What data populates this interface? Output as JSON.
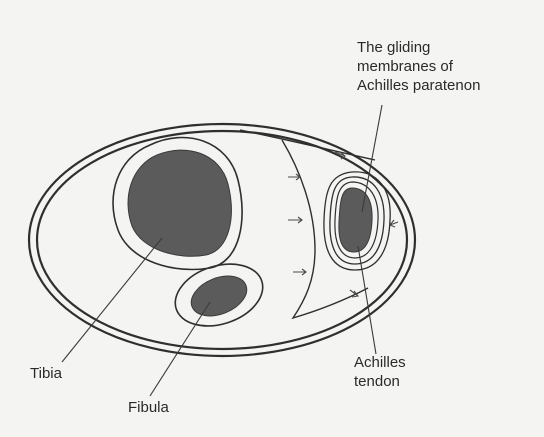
{
  "labels": {
    "paratenon_line1": "The gliding",
    "paratenon_line2": "membranes of",
    "paratenon_line3": "Achilles paratenon",
    "tibia": "Tibia",
    "fibula": "Fibula",
    "achilles_line1": "Achilles",
    "achilles_line2": "tendon"
  },
  "colors": {
    "background": "#f4f4f2",
    "outline": "#2f2f2f",
    "bone_fill": "#5b5b5b",
    "tendon_fill": "#5b5b5b",
    "text": "#2a2a2a"
  }
}
